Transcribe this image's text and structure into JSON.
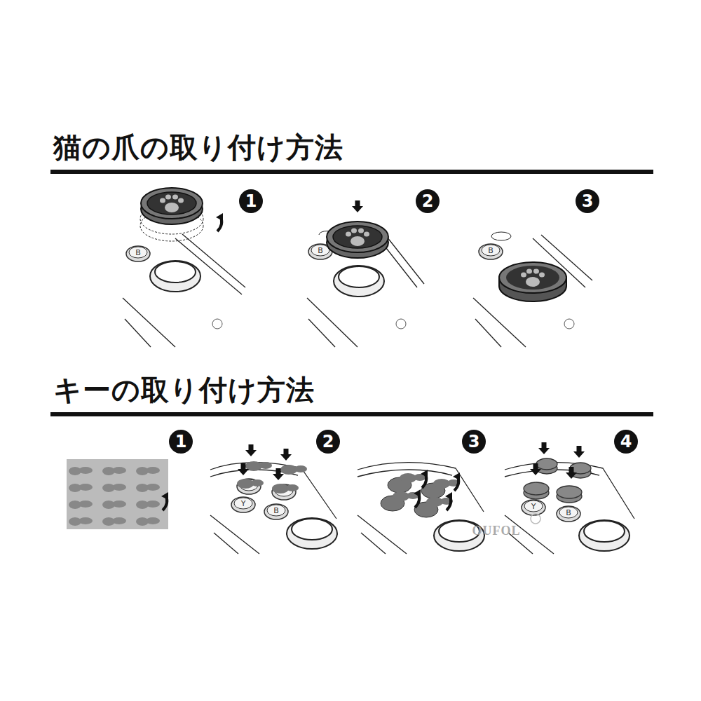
{
  "diagram": {
    "title": "猫の爪の取り付け方法",
    "labels": [
      "キーの取り付け方法",
      "1",
      "2",
      "3",
      "1",
      "2",
      "3",
      "4",
      "B",
      "B",
      "B",
      "Y",
      "B",
      "Y",
      "B",
      "OUFOL"
    ]
  }
}
